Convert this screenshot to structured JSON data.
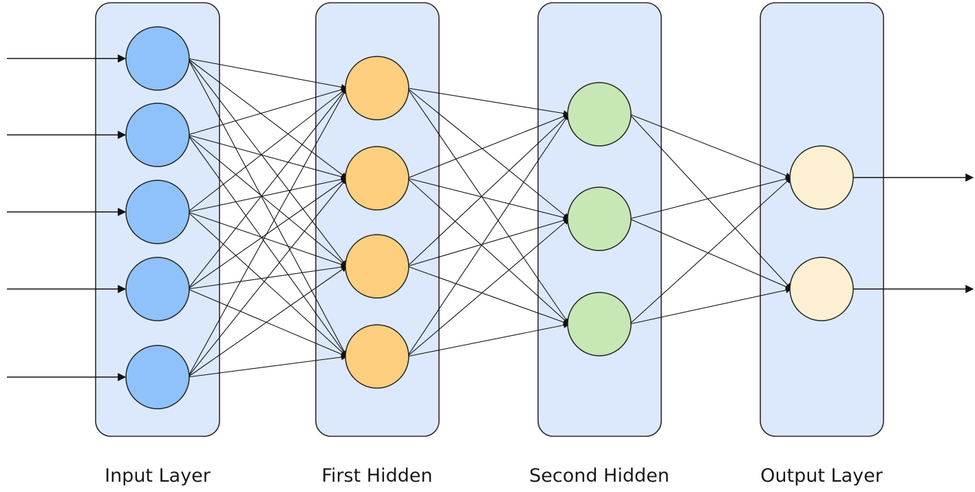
{
  "diagram": {
    "layers": [
      {
        "id": "input",
        "label": "Input Layer",
        "nodes": 5,
        "color": "#8fc2fb"
      },
      {
        "id": "hidden1",
        "label": "First Hidden",
        "nodes": 4,
        "color": "#fdcf7e"
      },
      {
        "id": "hidden2",
        "label": "Second Hidden",
        "nodes": 3,
        "color": "#c7e8b5"
      },
      {
        "id": "output",
        "label": "Output Layer",
        "nodes": 2,
        "color": "#fdf0d2"
      }
    ],
    "inputs": 5,
    "outputs": 2,
    "connectivity": "fully-connected"
  },
  "colors": {
    "layer_fill": "#dce9fc",
    "layer_border": "#2b2b2b",
    "edge": "#111111"
  }
}
